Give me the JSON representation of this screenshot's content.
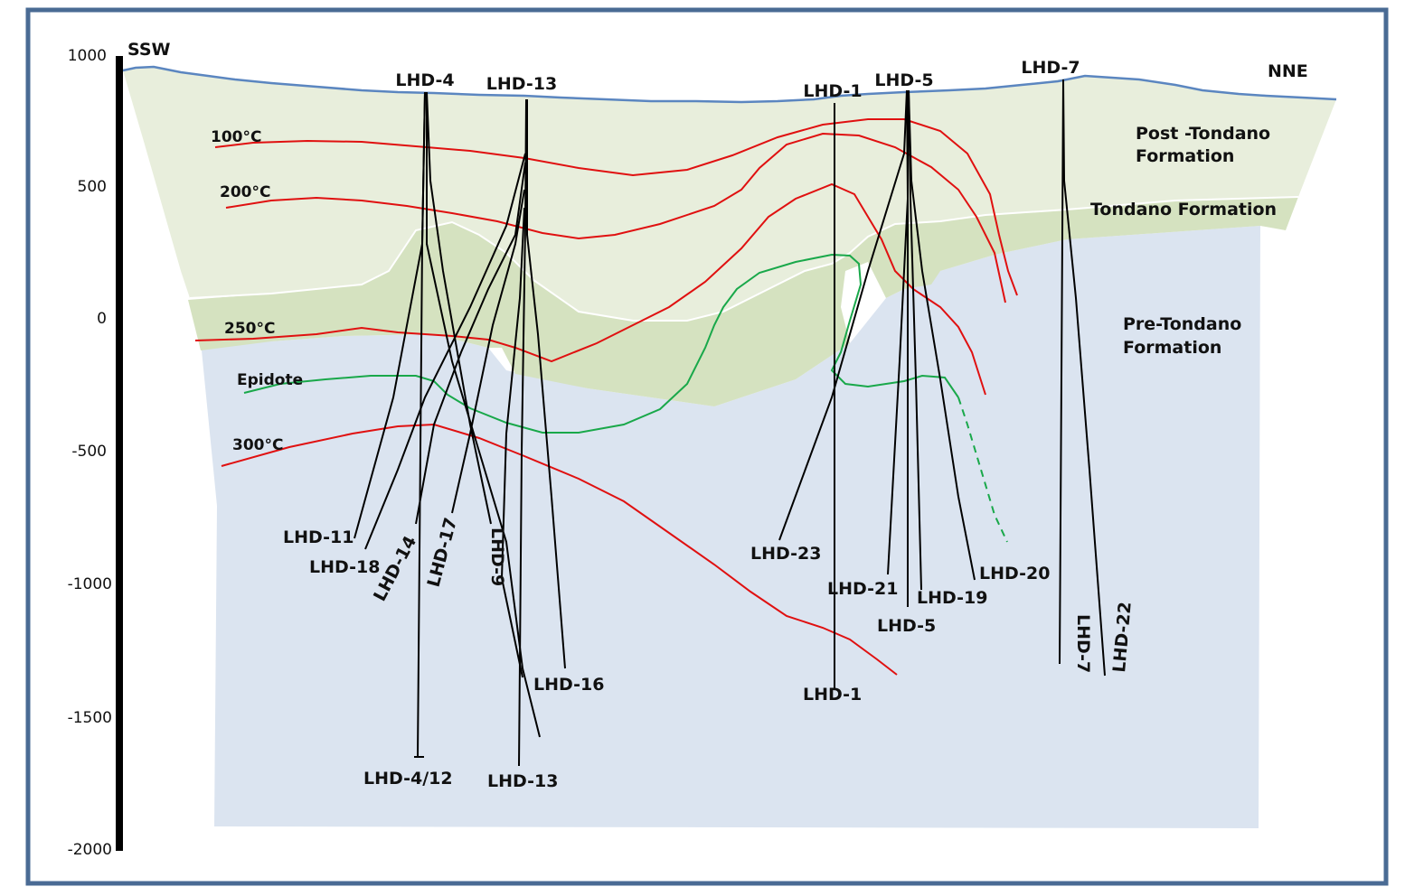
{
  "directions": {
    "left": "SSW",
    "right": "NNE"
  },
  "y_axis_ticks": [
    "1000",
    "500",
    "0",
    "-500",
    "-1000",
    "-1500",
    "-2000"
  ],
  "formations": {
    "post_tondano": [
      "Post -Tondano",
      "Formation"
    ],
    "tondano": "Tondano Formation",
    "pre_tondano": [
      "Pre-Tondano",
      "Formation"
    ]
  },
  "isotherms": {
    "t100": "100°C",
    "t200": "200°C",
    "t250": "250°C",
    "t300": "300°C"
  },
  "epidote": "Epidote",
  "well_tops": {
    "lhd4": "LHD-4",
    "lhd13": "LHD-13",
    "lhd1": "LHD-1",
    "lhd5": "LHD-5",
    "lhd7": "LHD-7"
  },
  "well_bottoms": {
    "lhd11": "LHD-11",
    "lhd18": "LHD-18",
    "lhd14": "LHD-14",
    "lhd17": "LHD-17",
    "lhd9": "LHD-9",
    "lhd16": "LHD-16",
    "lhd4_12": "LHD-4/12",
    "lhd13": "LHD-13",
    "lhd23": "LHD-23",
    "lhd1": "LHD-1",
    "lhd21": "LHD-21",
    "lhd5": "LHD-5",
    "lhd19": "LHD-19",
    "lhd20": "LHD-20",
    "lhd7": "LHD-7",
    "lhd22": "LHD-22"
  },
  "colors": {
    "frame": "#4a6b94",
    "post_tondano_fill": "#e8eedc",
    "tondano_fill": "#d5e2c0",
    "pre_tondano_fill": "#dbe4f0",
    "surface_line": "#5b86c0",
    "isotherm": "#e01010",
    "epidote": "#19a84a"
  }
}
